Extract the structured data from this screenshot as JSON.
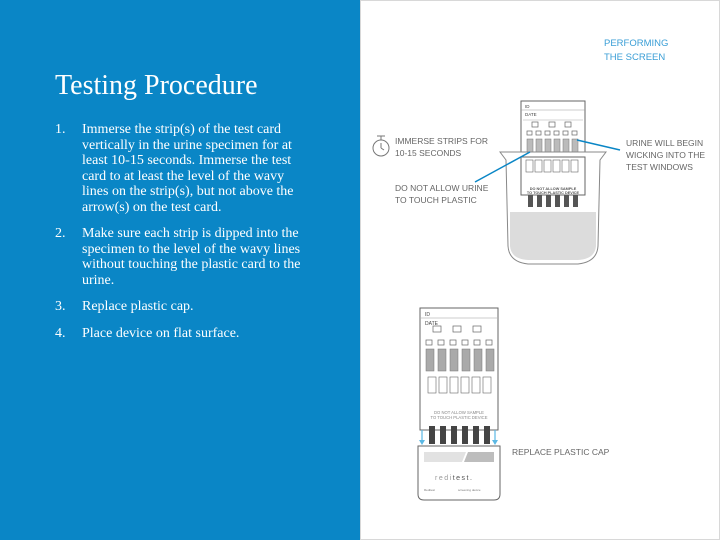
{
  "slide": {
    "title": "Testing Procedure",
    "steps": [
      {
        "num": "1.",
        "text": "Immerse the strip(s) of the test card vertically in the urine specimen for at least 10-15 seconds. Immerse the test card to at least the level of the wavy lines on the strip(s), but not above the arrow(s) on the test card."
      },
      {
        "num": "2.",
        "text": "Make sure each strip is dipped into the specimen to the level of the wavy lines without touching the plastic card to the urine."
      },
      {
        "num": "3.",
        "text": "Replace plastic cap."
      },
      {
        "num": "4.",
        "text": "Place device on flat surface."
      }
    ]
  },
  "illustration": {
    "header_line1": "PERFORMING",
    "header_line2": "THE SCREEN",
    "immerse_line1": "IMMERSE STRIPS FOR",
    "immerse_line2": "10-15 SECONDS",
    "plastic_line1": "DO NOT ALLOW URINE",
    "plastic_line2": "TO TOUCH PLASTIC",
    "wicking_line1": "URINE WILL BEGIN",
    "wicking_line2": "WICKING INTO THE",
    "wicking_line3": "TEST WINDOWS",
    "replace_cap": "REPLACE PLASTIC CAP",
    "card_id": "ID",
    "card_date": "DATE",
    "card_warning_1": "DO NOT ALLOW SAMPLE",
    "card_warning_2": "TO TOUCH PLASTIC DEVICE",
    "cap_brand_left": "redi",
    "cap_brand_right": "test.",
    "cap_small_1": "Reditest",
    "cap_small_2": "screening device",
    "accent_color": "#0a86c6",
    "arrow_color": "#5bb8e4"
  }
}
